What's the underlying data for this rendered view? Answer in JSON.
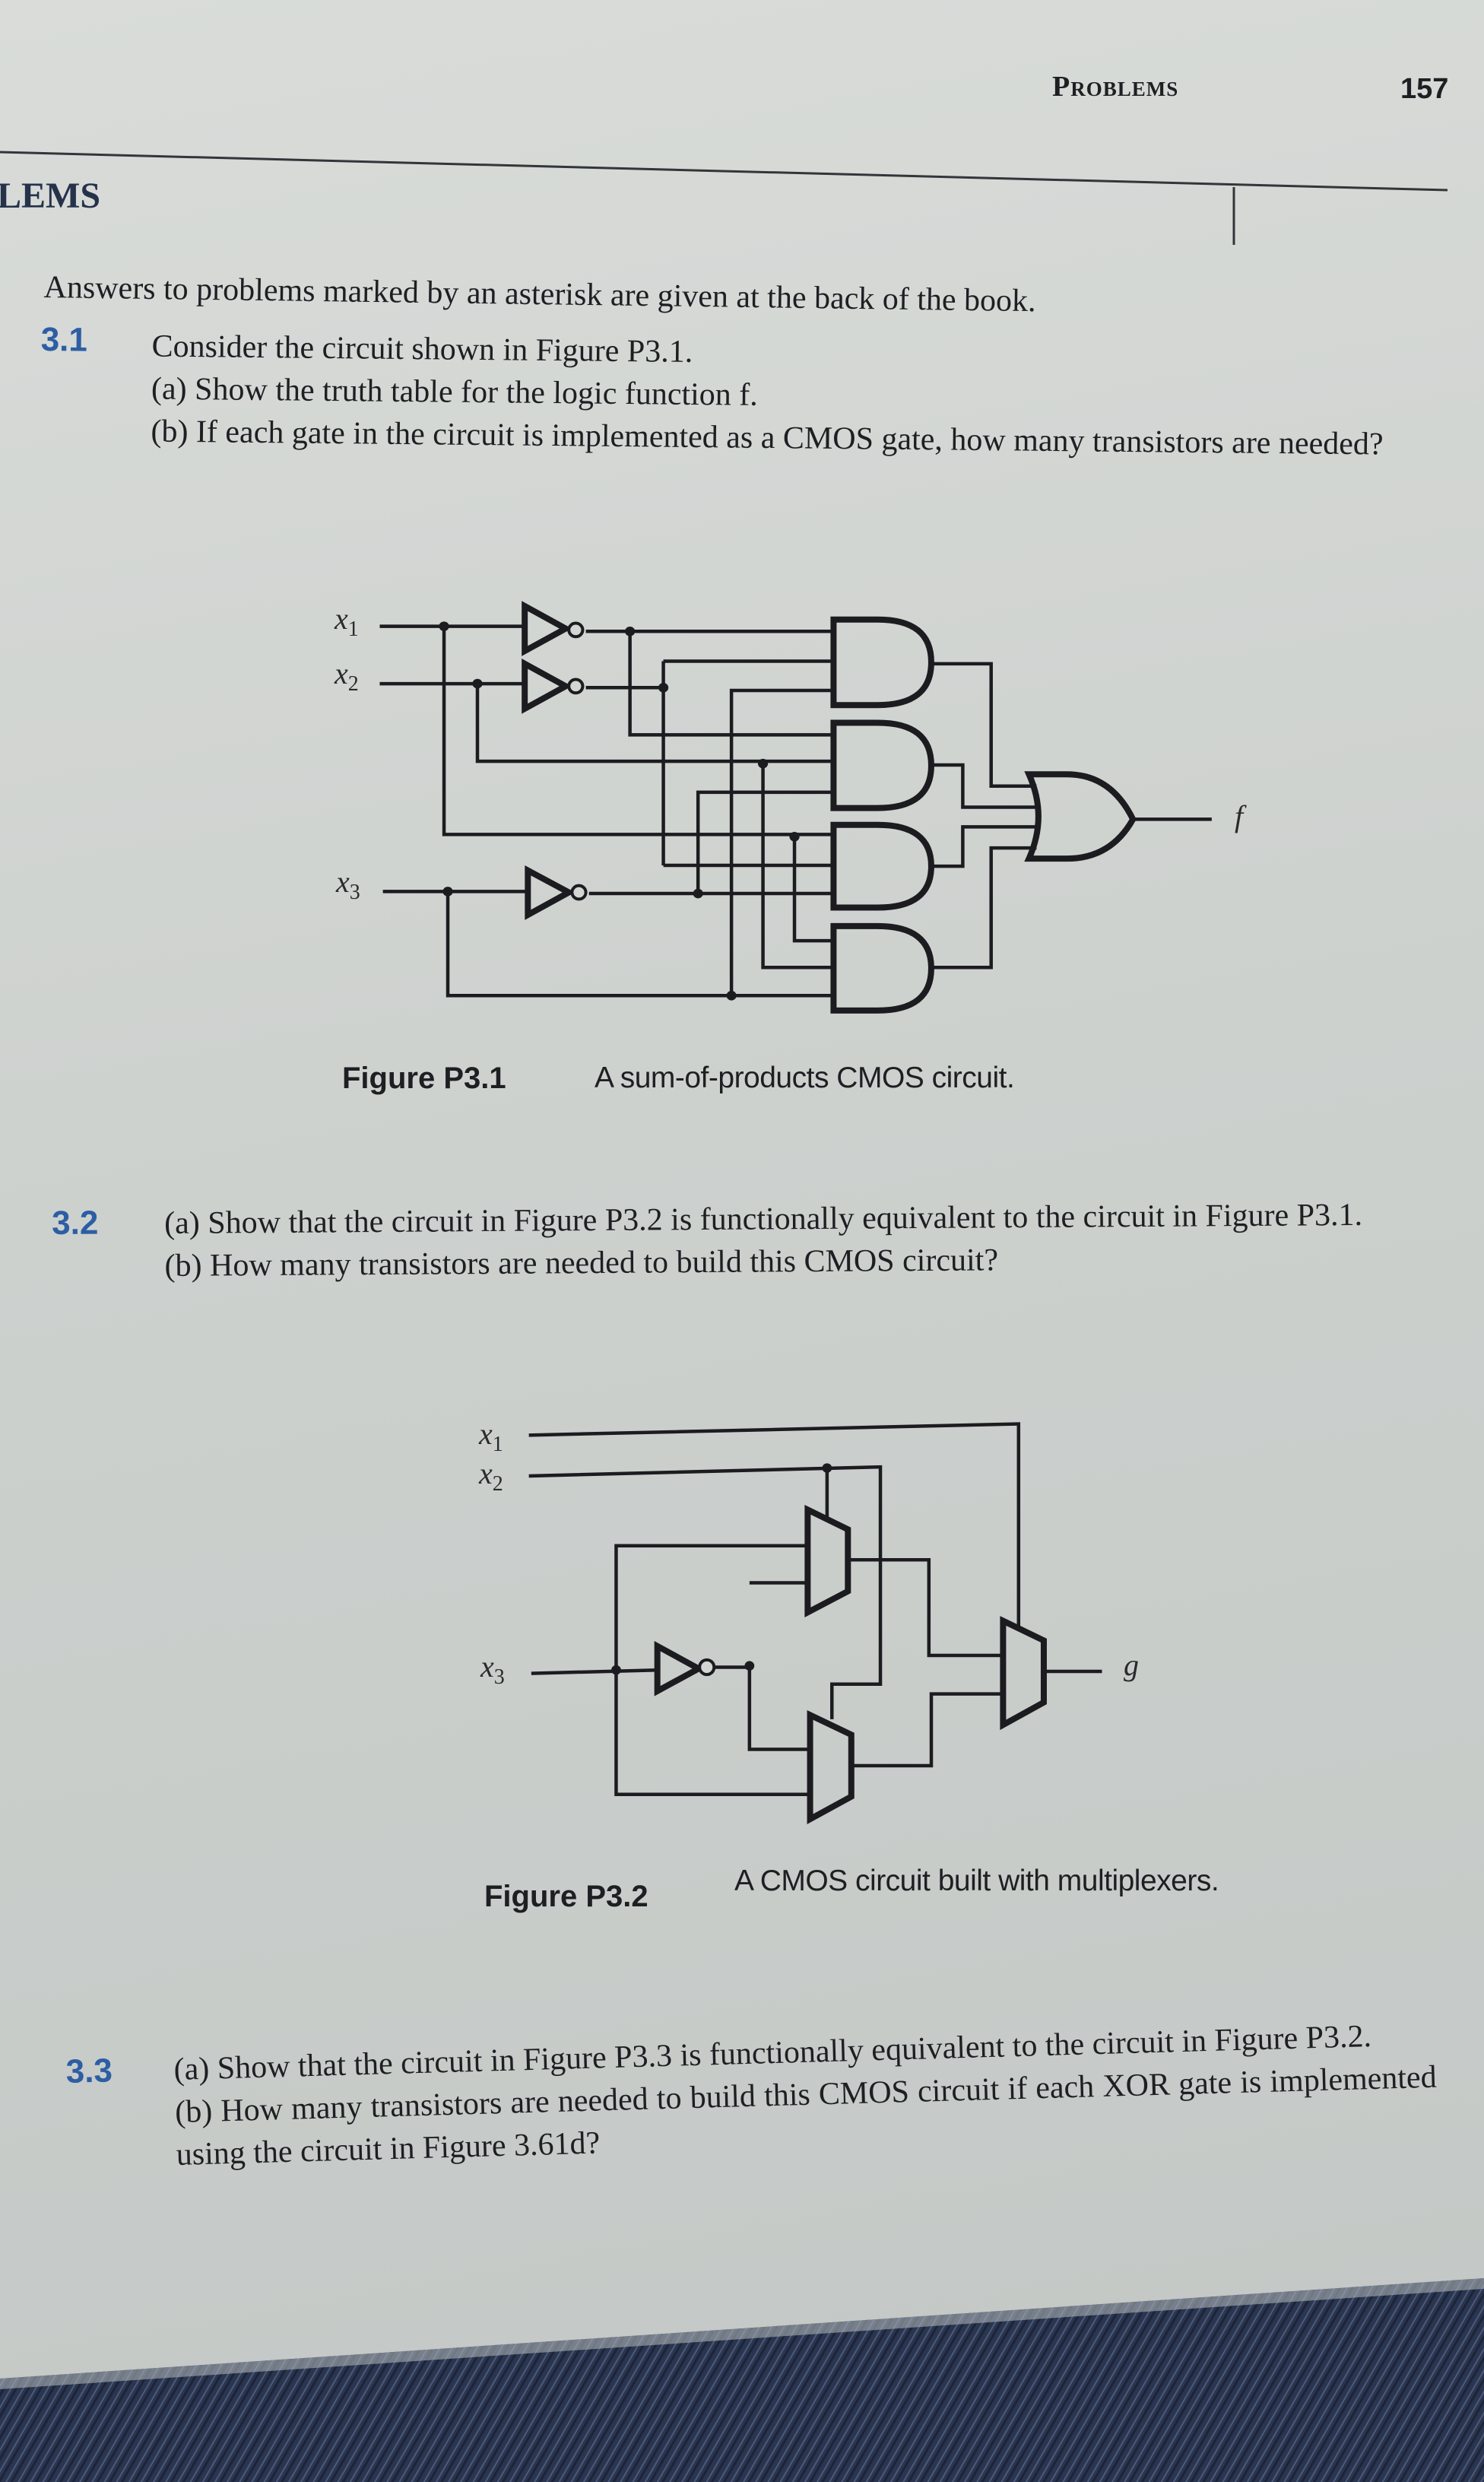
{
  "header": {
    "section": "Problems",
    "page_number": "157",
    "previous_section": "LEMS"
  },
  "intro": "Answers to problems marked by an asterisk are given at the back of the book.",
  "problems": [
    {
      "number": "3.1",
      "lines": [
        "Consider the circuit shown in Figure P3.1.",
        "(a) Show the truth table for the logic function f.",
        "(b) If each gate in the circuit is implemented as a CMOS gate, how many transistors are needed?"
      ]
    },
    {
      "number": "3.2",
      "lines": [
        "(a) Show that the circuit in Figure P3.2 is functionally equivalent to the circuit in Figure P3.1.",
        "(b) How many transistors are needed to build this CMOS circuit?"
      ]
    },
    {
      "number": "3.3",
      "lines": [
        "(a) Show that the circuit in Figure P3.3 is functionally equivalent to the circuit in Figure P3.2.",
        "(b) How many transistors are needed to build this CMOS circuit if each XOR gate is implemented using the circuit in Figure 3.61d?"
      ]
    }
  ],
  "figures": [
    {
      "label": "Figure P3.1",
      "caption": "A sum-of-products CMOS circuit.",
      "inputs": [
        {
          "var": "x",
          "sub": "1"
        },
        {
          "var": "x",
          "sub": "2"
        },
        {
          "var": "x",
          "sub": "3"
        }
      ],
      "output": "f"
    },
    {
      "label": "Figure P3.2",
      "caption": "A CMOS circuit built with multiplexers.",
      "inputs": [
        {
          "var": "x",
          "sub": "1"
        },
        {
          "var": "x",
          "sub": "2"
        },
        {
          "var": "x",
          "sub": "3"
        }
      ],
      "output": "g"
    }
  ],
  "colors": {
    "problem_number": "#2d5ea4",
    "text": "#1e1f23",
    "page": "#cfd2cf",
    "denim": "#2a3550"
  }
}
